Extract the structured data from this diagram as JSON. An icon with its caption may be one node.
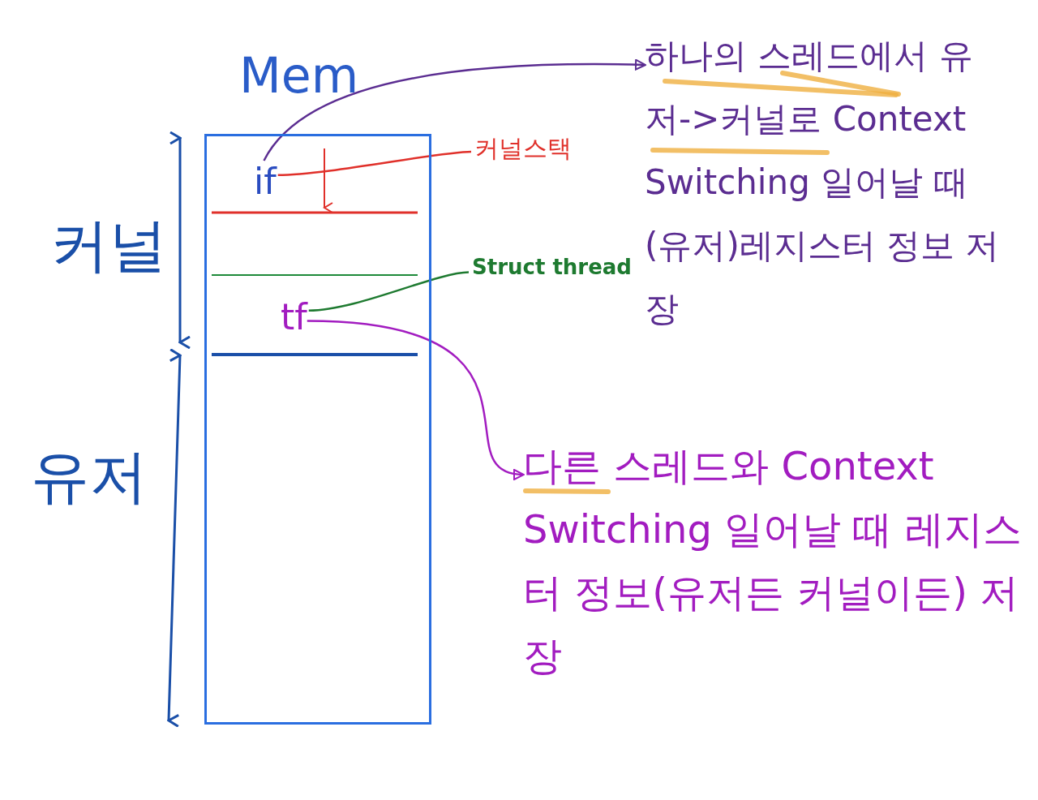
{
  "diagram": {
    "nodes": [
      {
        "text": [
          "Mem"
        ]
      },
      {
        "text": [
          "if"
        ],
        "in": 0
      },
      {
        "text": [
          "tf"
        ],
        "in": 0
      },
      {
        "text": [],
        "in": 0,
        "shape": "box"
      },
      {
        "text": [
          "하나의 스레드에서 유저->커널로 Context Switching 일어날 때 (유저)레지스터 정보 저장"
        ]
      },
      {
        "text": [
          "다른 스레드와 Context Switching 일어날 때 레지스터 정보(유저든 커널이든) 저장"
        ]
      },
      {
        "text": [
          "커널스택"
        ]
      },
      {
        "text": [
          "Struct thread"
        ]
      }
    ],
    "edges": [
      {
        "from": 1,
        "to": 4,
        "arrow": "to",
        "color": "#5b2d91"
      },
      {
        "from": 2,
        "to": 5,
        "arrow": "to",
        "color": "#a21cc0"
      },
      {
        "from": 6,
        "to": 1,
        "arrow": "none",
        "color": "#e0302a"
      },
      {
        "from": 7,
        "to": 2,
        "arrow": "none",
        "color": "#1e7a30"
      }
    ],
    "labels": [
      "커널",
      "유저"
    ]
  }
}
